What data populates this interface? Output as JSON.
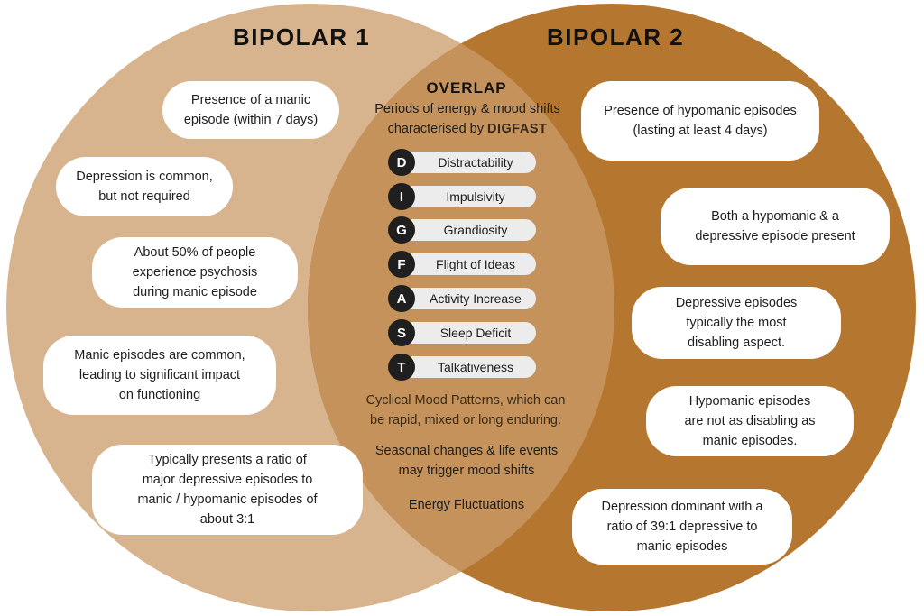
{
  "colors": {
    "bipolar1_circle": "#d7b48e",
    "bipolar2_circle": "#b5772f",
    "overlap": "#c4925a",
    "pill_bg": "#ffffff",
    "letter_circle": "#1f1f1f"
  },
  "bipolar1": {
    "title": "BIPOLAR 1",
    "items": [
      "Presence of a manic\nepisode (within 7 days)",
      "Depression is common,\nbut not required",
      "About 50% of people\nexperience psychosis\nduring manic episode",
      "Manic episodes are common,\nleading to significant impact\non functioning",
      "Typically presents a ratio of\nmajor depressive episodes to\nmanic / hypomanic episodes of\nabout 3:1"
    ]
  },
  "bipolar2": {
    "title": "BIPOLAR 2",
    "items": [
      "Presence of hypomanic episodes\n(lasting at least 4 days)",
      "Both a hypomanic & a\ndepressive episode present",
      "Depressive episodes\ntypically the most\ndisabling aspect.",
      "Hypomanic episodes\nare not as disabling as\nmanic episodes.",
      "Depression dominant with a\nratio of 39:1 depressive to\nmanic episodes"
    ]
  },
  "overlap": {
    "title": "OVERLAP",
    "subtitle_line1": "Periods of energy & mood shifts",
    "subtitle_line2": "characterised by",
    "acronym": "DIGFAST",
    "digfast": [
      {
        "letter": "D",
        "label": "Distractability"
      },
      {
        "letter": "I",
        "label": "Impulsivity"
      },
      {
        "letter": "G",
        "label": "Grandiosity"
      },
      {
        "letter": "F",
        "label": "Flight of Ideas"
      },
      {
        "letter": "A",
        "label": "Activity Increase"
      },
      {
        "letter": "S",
        "label": "Sleep Deficit"
      },
      {
        "letter": "T",
        "label": "Talkativeness"
      }
    ],
    "cyclical": "Cyclical Mood Patterns, which can\nbe rapid, mixed or long enduring.",
    "seasonal": "Seasonal changes & life events\nmay trigger mood shifts",
    "energy": "Energy Fluctuations"
  }
}
